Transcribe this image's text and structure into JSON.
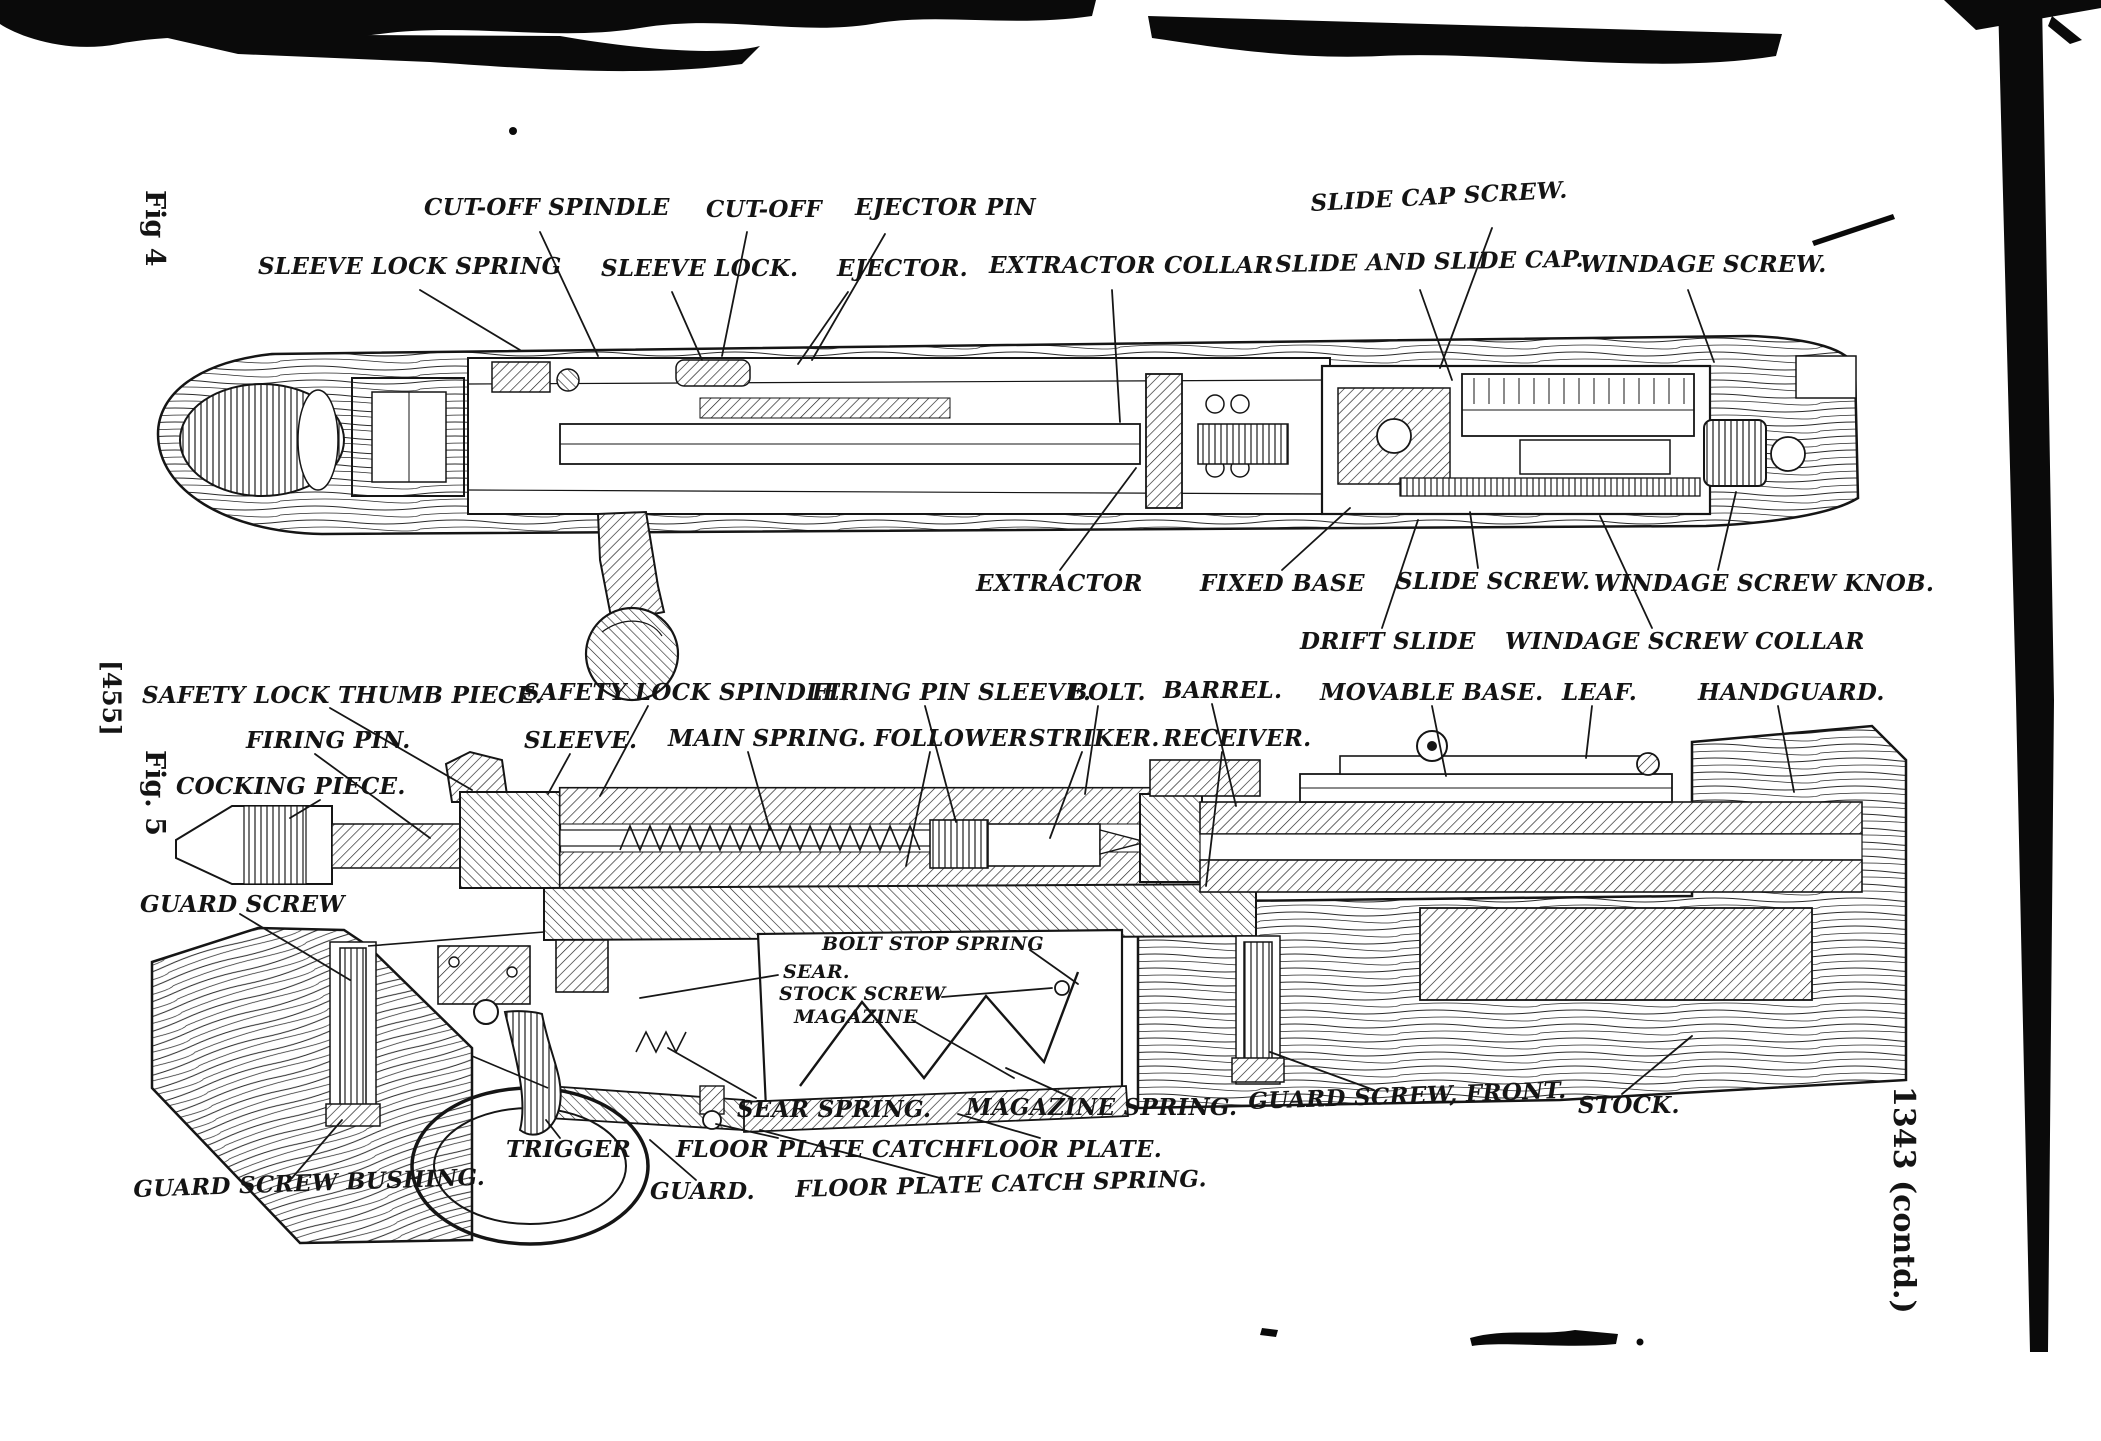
{
  "page": {
    "background_color": "#ffffff",
    "ink_color": "#141414",
    "left_margin": {
      "fig4_caption": "Fig 4",
      "page_number": "[455]",
      "fig5_caption": "Fig. 5"
    },
    "right_margin": {
      "page_number": "1343 (contd.)"
    }
  },
  "fig4": {
    "labels": {
      "cut_off_spindle": "CUT-OFF SPINDLE",
      "cut_off": "CUT-OFF",
      "ejector_pin": "EJECTOR PIN",
      "slide_cap_screw": "SLIDE CAP SCREW.",
      "sleeve_lock_spring": "SLEEVE LOCK SPRING",
      "sleeve_lock": "SLEEVE LOCK.",
      "ejector": "EJECTOR.",
      "extractor_collar": "EXTRACTOR COLLAR",
      "slide_and_slide_cap": "SLIDE AND SLIDE CAP.",
      "windage_screw": "WINDAGE SCREW.",
      "extractor": "EXTRACTOR",
      "fixed_base": "FIXED BASE",
      "slide_screw": "SLIDE SCREW.",
      "windage_screw_knob": "WINDAGE SCREW KNOB.",
      "drift_slide": "DRIFT SLIDE",
      "windage_screw_collar": "WINDAGE SCREW COLLAR"
    }
  },
  "fig5": {
    "labels": {
      "safety_lock_thumb_piece": "SAFETY LOCK THUMB PIECE.",
      "safety_lock_spindle": "SAFETY LOCK SPINDLE.",
      "firing_pin_sleeve": "FIRING PIN SLEEVE.",
      "bolt": "BOLT.",
      "barrel": "BARREL.",
      "movable_base": "MOVABLE BASE.",
      "leaf": "LEAF.",
      "handguard": "HANDGUARD.",
      "firing_pin": "FIRING PIN.",
      "sleeve": "SLEEVE.",
      "main_spring": "MAIN SPRING.",
      "follower": "FOLLOWER",
      "striker": "STRIKER.",
      "receiver": "RECEIVER.",
      "cocking_piece": "COCKING PIECE.",
      "guard_screw": "GUARD SCREW",
      "bolt_stop_spring": "BOLT STOP SPRING",
      "sear": "SEAR.",
      "stock_screw": "STOCK SCREW",
      "magazine": "MAGAZINE",
      "sear_spring": "SEAR SPRING.",
      "magazine_spring": "MAGAZINE SPRING.",
      "guard_screw_front": "GUARD SCREW, FRONT.",
      "stock": "STOCK.",
      "trigger": "TRIGGER",
      "floor_plate_catch": "FLOOR PLATE CATCH",
      "floor_plate": "FLOOR PLATE.",
      "guard_screw_bushing": "GUARD SCREW BUSHING.",
      "guard": "GUARD.",
      "floor_plate_catch_spring": "FLOOR PLATE CATCH SPRING."
    }
  }
}
